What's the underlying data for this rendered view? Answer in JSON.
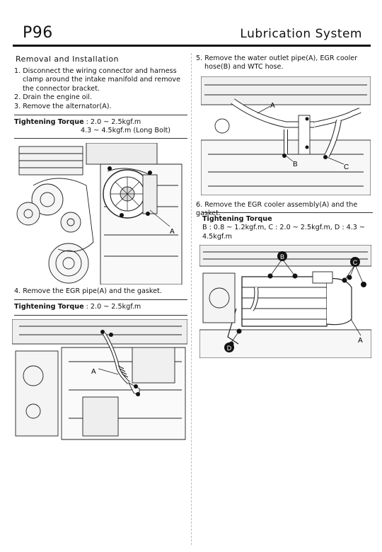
{
  "header": {
    "page_number": "P96",
    "section_title": "Lubrication System"
  },
  "left": {
    "heading": "Removal and Installation",
    "steps": [
      "1. Disconnect the wiring connector and harness clamp around the intake manifold and remove the connector bracket.",
      "2. Drain the engine oil.",
      "3. Remove the alternator(A)."
    ],
    "torque1": {
      "label": "Tightening Torque",
      "line1": " : 2.0 ~ 2.5kgf.m",
      "line2": "4.3 ~ 4.5kgf.m (Long Bolt)"
    },
    "figure1": {
      "callout": "A"
    },
    "step4": "4. Remove the EGR pipe(A) and the gasket.",
    "torque2": {
      "label": "Tightening Torque",
      "value": " : 2.0 ~ 2.5kgf.m"
    },
    "figure2": {
      "callout": "A"
    }
  },
  "right": {
    "step5": "5. Remove the water outlet pipe(A), EGR cooler hose(B) and WTC hose.",
    "figure3": {
      "callouts": [
        "A",
        "B",
        "C"
      ]
    },
    "step6": "6. Remove the EGR cooler assembly(A) and the gasket.",
    "torque3": {
      "label": "Tightening Torque",
      "value": "B : 0.8 ~ 1.2kgf.m, C : 2.0 ~ 2.5kgf.m, D : 4.3 ~ 4.5kgf.m"
    },
    "figure4": {
      "callouts": [
        "A",
        "B",
        "C",
        "D"
      ]
    }
  }
}
